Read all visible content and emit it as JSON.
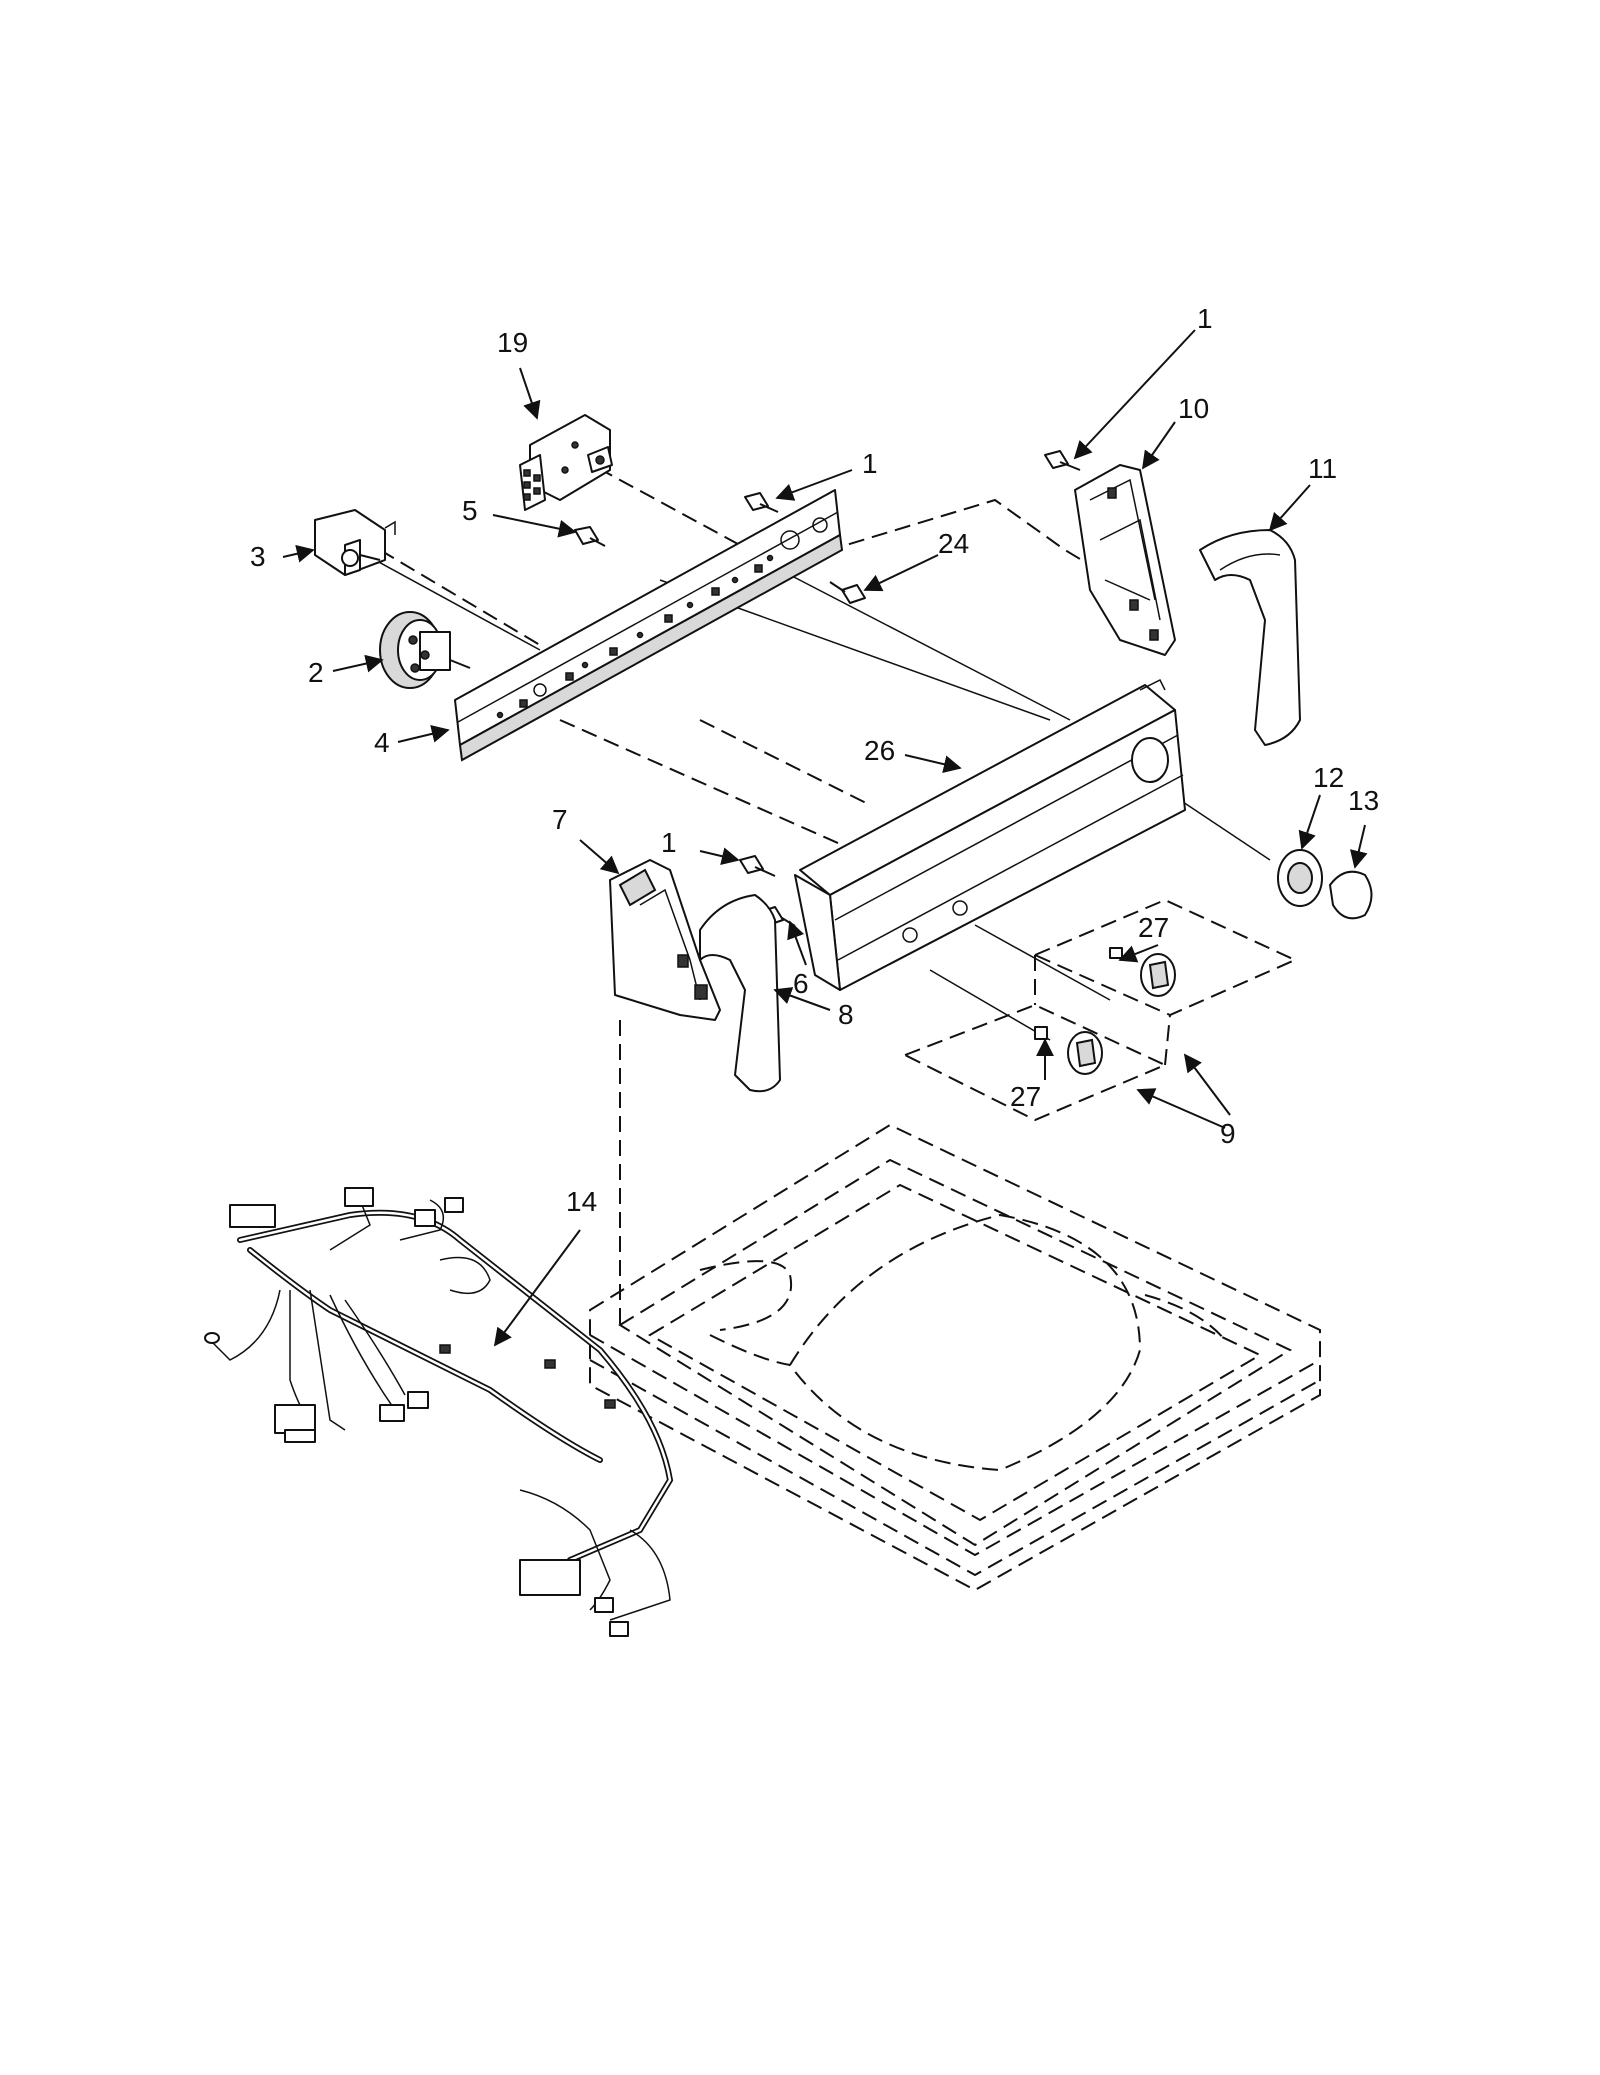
{
  "diagram": {
    "callouts": {
      "c19": "19",
      "c1_top_right": "1",
      "c10": "10",
      "c11": "11",
      "c1_mid": "1",
      "c5": "5",
      "c24": "24",
      "c3": "3",
      "c2": "2",
      "c4": "4",
      "c26": "26",
      "c12": "12",
      "c13": "13",
      "c7": "7",
      "c1_lower": "1",
      "c27_upper": "27",
      "c6": "6",
      "c8": "8",
      "c27_lower": "27",
      "c9": "9",
      "c14": "14"
    }
  }
}
